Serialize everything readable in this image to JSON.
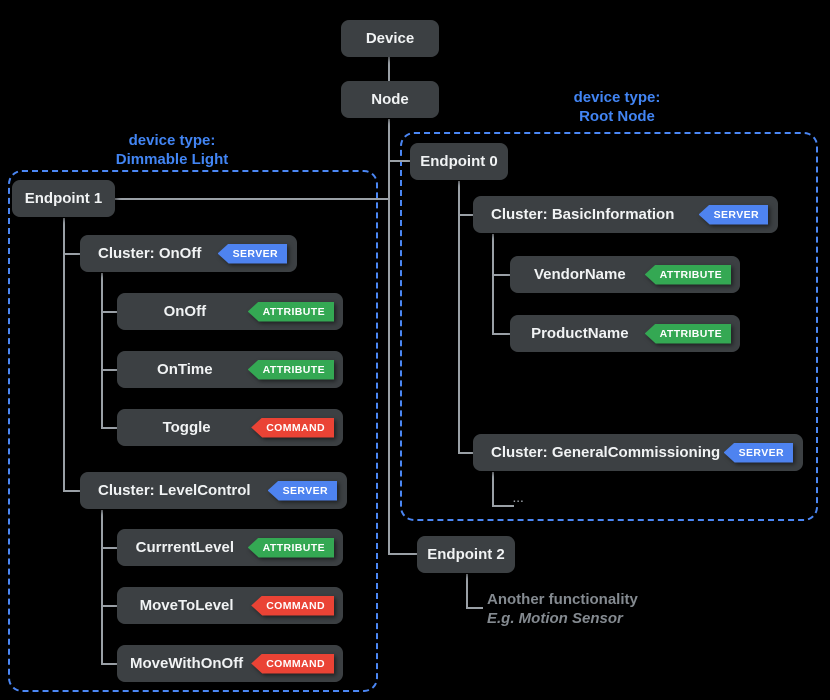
{
  "groups": {
    "dimmable_light": {
      "prefix": "device type:",
      "name": "Dimmable Light"
    },
    "root_node": {
      "prefix": "device type:",
      "name": "Root Node"
    }
  },
  "boxes": {
    "device": {
      "label": "Device"
    },
    "node": {
      "label": "Node"
    },
    "endpoint0": {
      "label": "Endpoint 0"
    },
    "cluster_basic": {
      "label": "Cluster: BasicInformation",
      "badge": "SERVER"
    },
    "vendor_name": {
      "label": "VendorName",
      "badge": "ATTRIBUTE"
    },
    "product_name": {
      "label": "ProductName",
      "badge": "ATTRIBUTE"
    },
    "cluster_general": {
      "label": "Cluster: GeneralCommissioning",
      "badge": "SERVER"
    },
    "endpoint1": {
      "label": "Endpoint 1"
    },
    "cluster_onoff": {
      "label": "Cluster: OnOff",
      "badge": "SERVER"
    },
    "attr_onoff": {
      "label": "OnOff",
      "badge": "ATTRIBUTE"
    },
    "attr_ontime": {
      "label": "OnTime",
      "badge": "ATTRIBUTE"
    },
    "cmd_toggle": {
      "label": "Toggle",
      "badge": "COMMAND"
    },
    "cluster_level": {
      "label": "Cluster: LevelControl",
      "badge": "SERVER"
    },
    "attr_currrentlevel": {
      "label": "CurrrentLevel",
      "badge": "ATTRIBUTE"
    },
    "cmd_movetolevel": {
      "label": "MoveToLevel",
      "badge": "COMMAND"
    },
    "cmd_movewithonoff": {
      "label": "MoveWithOnOff",
      "badge": "COMMAND"
    },
    "endpoint2": {
      "label": "Endpoint 2"
    }
  },
  "annotations": {
    "ellipsis": "...",
    "endpoint2_line1": "Another functionality",
    "endpoint2_line2": "E.g. Motion Sensor"
  },
  "colors": {
    "background": "#000000",
    "box_bg": "#3c4043",
    "box_text": "#f1f3f4",
    "connector": "#9aa0a6",
    "group_border": "#4b87f5",
    "group_label": "#4285f4",
    "server_badge": "#4e83f0",
    "attribute_badge": "#34a853",
    "command_badge": "#ea4335",
    "note_text": "#848a90"
  }
}
